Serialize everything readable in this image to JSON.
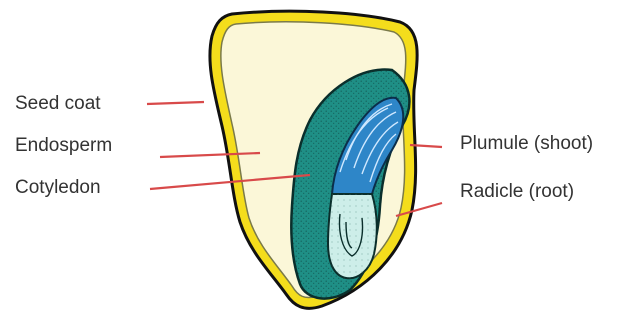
{
  "labels": {
    "seed_coat": "Seed coat",
    "endosperm": "Endosperm",
    "cotyledon": "Cotyledon",
    "plumule": "Plumule (shoot)",
    "radicle": "Radicle (root)"
  },
  "colors": {
    "seed_coat": "#f4dd1c",
    "outline": "#111111",
    "endosperm": "#fbf7d8",
    "cotyledon": "#1f8f86",
    "plumule": "#2e86c8",
    "radicle": "#cdeee9",
    "leader_line": "#d84a4a"
  }
}
